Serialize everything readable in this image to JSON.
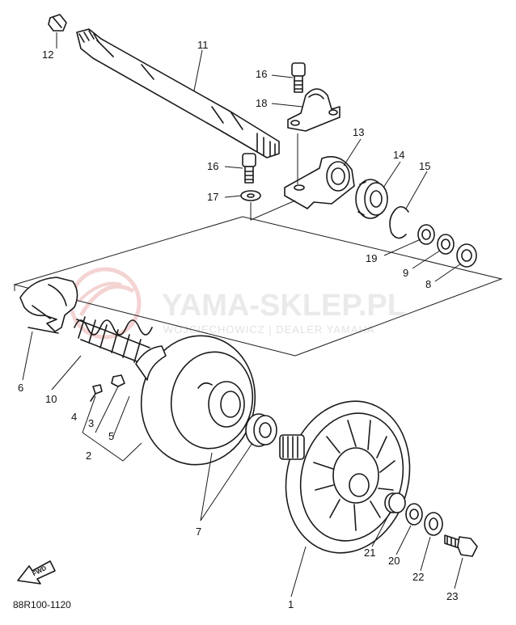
{
  "callouts": {
    "c1": "1",
    "c2": "2",
    "c3": "3",
    "c4": "4",
    "c5": "5",
    "c6": "6",
    "c7": "7",
    "c8": "8",
    "c9": "9",
    "c10": "10",
    "c11": "11",
    "c12": "12",
    "c13": "13",
    "c14": "14",
    "c15": "15",
    "c16a": "16",
    "c16b": "16",
    "c17": "17",
    "c18": "18",
    "c19": "19",
    "c20": "20",
    "c21": "21",
    "c22": "22",
    "c23": "23"
  },
  "watermark": {
    "brand": "YAMA-SKLEP.PL",
    "dealer": "WOJCIECHOWICZ | DEALER YAMAHA",
    "logo_color": "#e8a0a0",
    "text_color": "#d0d0d0"
  },
  "drawing_code": "88R100-1120",
  "fwd_label": "FWD",
  "ink_color": "#1a1a1a"
}
